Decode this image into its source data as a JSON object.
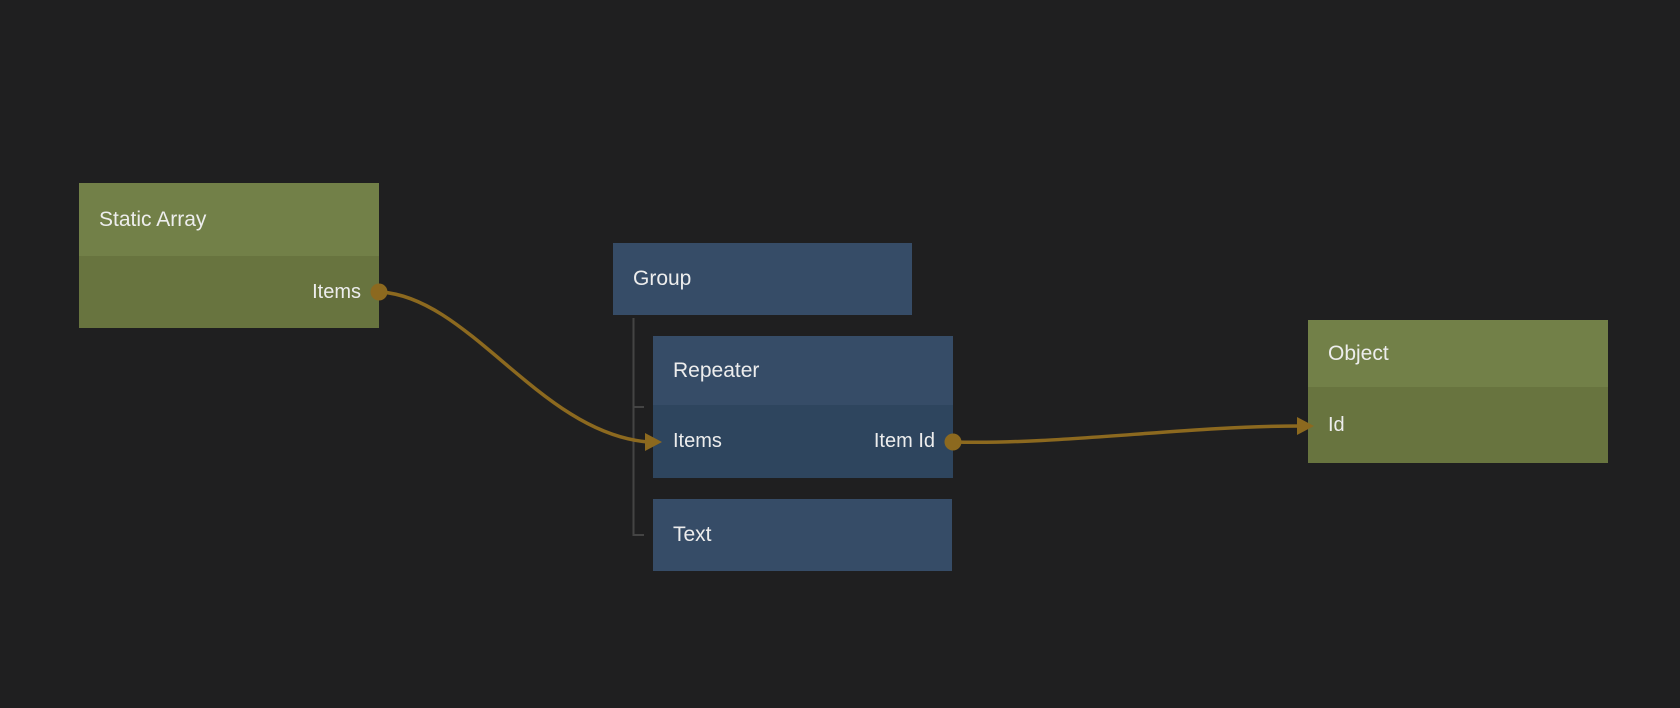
{
  "theme": {
    "canvas-bg": "#1f1f20",
    "green-header": "#728048",
    "green-body": "#68743f",
    "blue-header": "#364c67",
    "blue-body": "#2e455e",
    "wire-color": "#8c691f",
    "tree-line-color": "#4b4b4b",
    "text-color": "#ededed"
  },
  "nodes": {
    "static_array": {
      "title": "Static Array",
      "output_port": "Items"
    },
    "group": {
      "title": "Group"
    },
    "repeater": {
      "title": "Repeater",
      "input_port": "Items",
      "output_port": "Item Id"
    },
    "text": {
      "title": "Text"
    },
    "object": {
      "title": "Object",
      "input_port": "Id"
    }
  },
  "hierarchy": {
    "parent": "Group",
    "children": [
      "Repeater",
      "Text"
    ]
  },
  "connections": [
    {
      "from_node": "Static Array",
      "from_port": "Items",
      "to_node": "Repeater",
      "to_port": "Items"
    },
    {
      "from_node": "Repeater",
      "from_port": "Item Id",
      "to_node": "Object",
      "to_port": "Id"
    }
  ]
}
